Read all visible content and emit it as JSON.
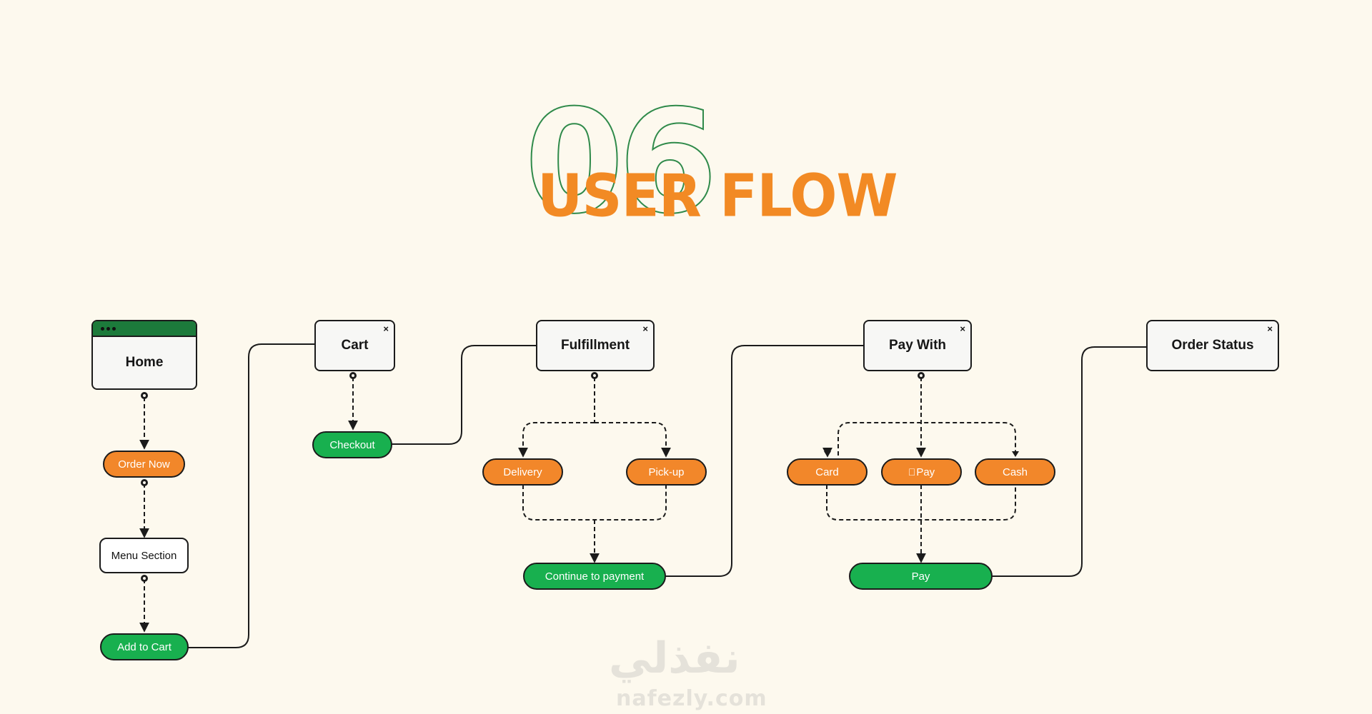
{
  "header": {
    "number": "06",
    "title": "USER FLOW"
  },
  "screens": {
    "home": "Home",
    "cart": "Cart",
    "fulfillment": "Fulfillment",
    "pay_with": "Pay With",
    "order_status": "Order Status"
  },
  "close_glyph": "×",
  "actions": {
    "order_now": "Order Now",
    "menu_section": "Menu Section",
    "add_to_cart": "Add to Cart",
    "checkout": "Checkout",
    "delivery": "Delivery",
    "pickup": "Pick-up",
    "continue_to_payment": "Continue to payment",
    "card": "Card",
    "apple_pay": "Pay",
    "cash": "Cash",
    "pay": "Pay"
  },
  "apple_pay_icon": "apple-icon",
  "watermark": {
    "arabic": "نفذلي",
    "latin": "nafezly.com"
  },
  "colors": {
    "background": "#fdf9ee",
    "orange": "#f2872a",
    "green": "#18b04f",
    "dark_green": "#1c7a3b",
    "line": "#1b1b1b"
  }
}
